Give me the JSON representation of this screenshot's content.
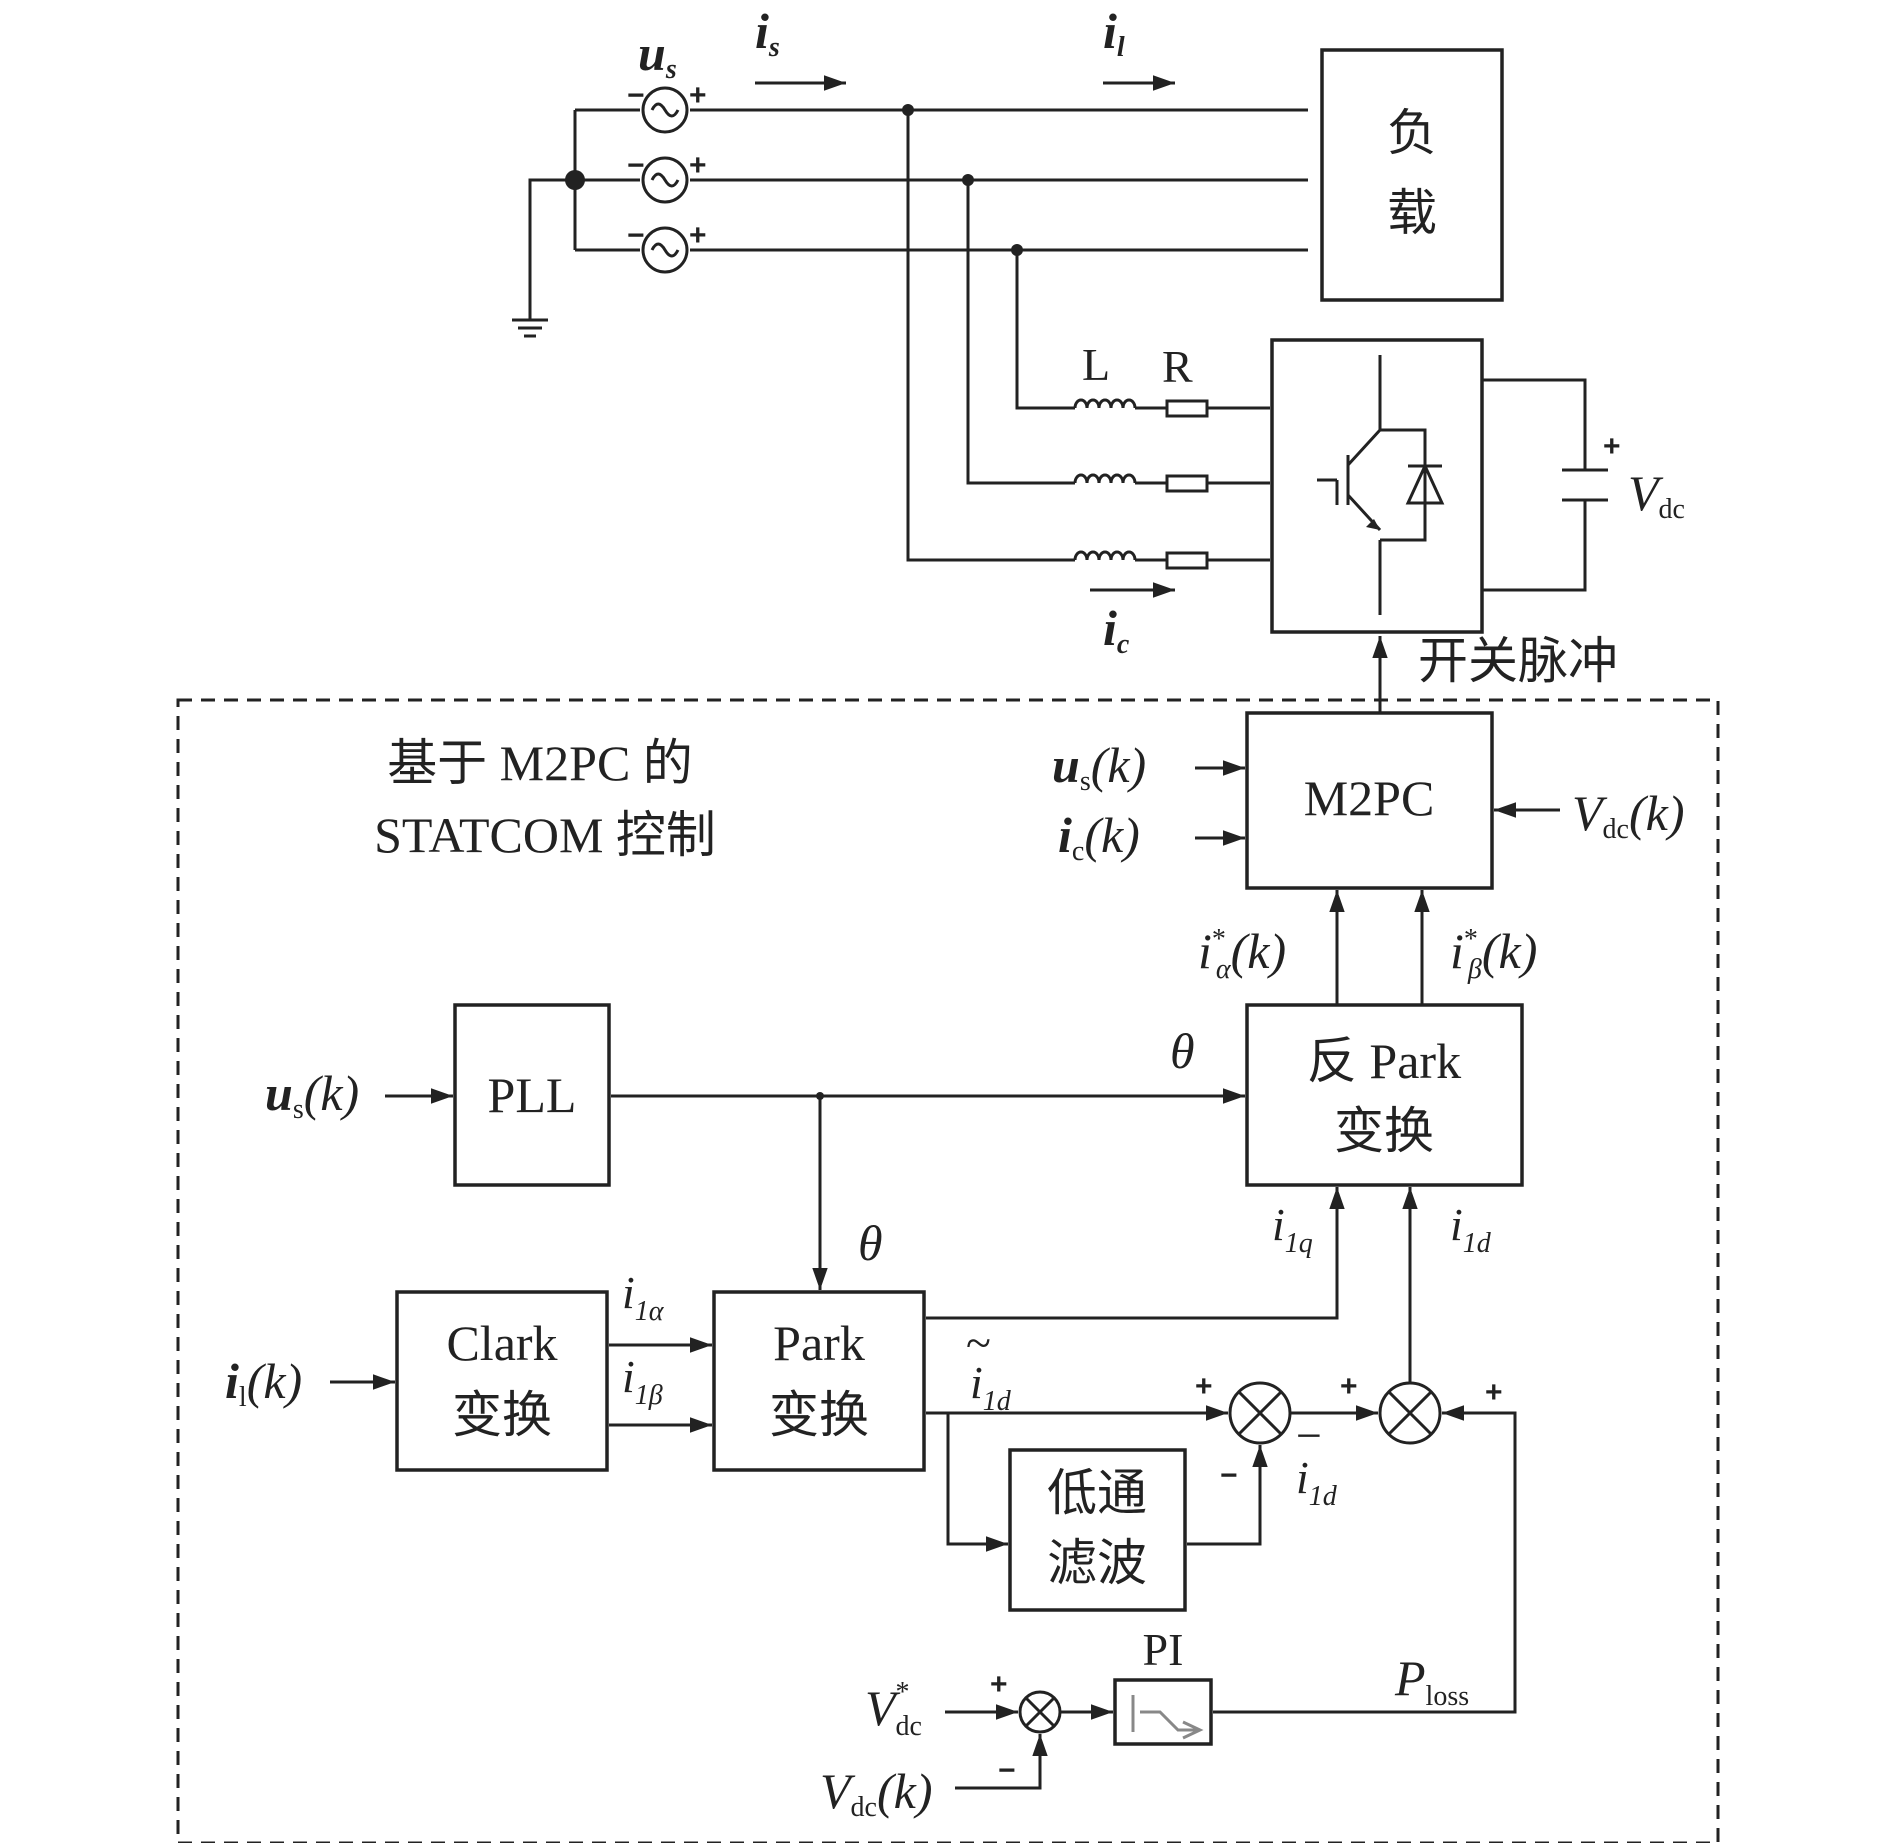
{
  "source": {
    "u_sym": "u",
    "u_sub": "s",
    "is_sym": "i",
    "is_sub": "s",
    "il_sym": "i",
    "il_sub": "l",
    "ic_sym": "i",
    "ic_sub": "c"
  },
  "load": {
    "line1": "负",
    "line2": "载"
  },
  "filter": {
    "L": "L",
    "R": "R"
  },
  "dc": {
    "sym": "V",
    "sub": "dc"
  },
  "switch_pulse": "开关脉冲",
  "control_title": {
    "line1": "基于 M2PC 的",
    "line2": "STATCOM 控制"
  },
  "m2pc": {
    "label": "M2PC",
    "in_us": {
      "sym": "u",
      "sub": "s",
      "arg": "(k)"
    },
    "in_ic": {
      "sym": "i",
      "sub": "c",
      "arg": "(k)"
    },
    "in_vdc": {
      "sym": "V",
      "sub": "dc",
      "arg": "(k)"
    }
  },
  "ref_alpha": {
    "sym": "i",
    "sub": "α",
    "sup": "*",
    "arg": "(k)"
  },
  "ref_beta": {
    "sym": "i",
    "sub": "β",
    "sup": "*",
    "arg": "(k)"
  },
  "inv_park": {
    "line1": "反 Park",
    "line2": "变换"
  },
  "pll": {
    "label": "PLL",
    "in": {
      "sym": "u",
      "sub": "s",
      "arg": "(k)"
    }
  },
  "theta": "θ",
  "i1q": {
    "sym": "i",
    "sub": "1q"
  },
  "i1d": {
    "sym": "i",
    "sub": "1d"
  },
  "clark": {
    "line1": "Clark",
    "line2": "变换",
    "in": {
      "sym": "i",
      "sub": "l",
      "arg": "(k)"
    }
  },
  "i1alpha": {
    "sym": "i",
    "sub": "1α"
  },
  "i1beta": {
    "sym": "i",
    "sub": "1β"
  },
  "park": {
    "line1": "Park",
    "line2": "变换"
  },
  "i1d_tilde": {
    "sym": "i",
    "sub": "1d",
    "mark": "~"
  },
  "i1d_bar": {
    "sym": "i",
    "sub": "1d",
    "mark": "−"
  },
  "lpf": {
    "line1": "低通",
    "line2": "滤波"
  },
  "pi": {
    "label": "PI"
  },
  "ploss": {
    "sym": "P",
    "sub": "loss"
  },
  "vdc_ref": {
    "sym": "V",
    "sub": "dc",
    "sup": "*"
  },
  "vdc_meas": {
    "sym": "V",
    "sub": "dc",
    "arg": "(k)"
  },
  "signs": {
    "plus": "+",
    "minus": "−"
  }
}
